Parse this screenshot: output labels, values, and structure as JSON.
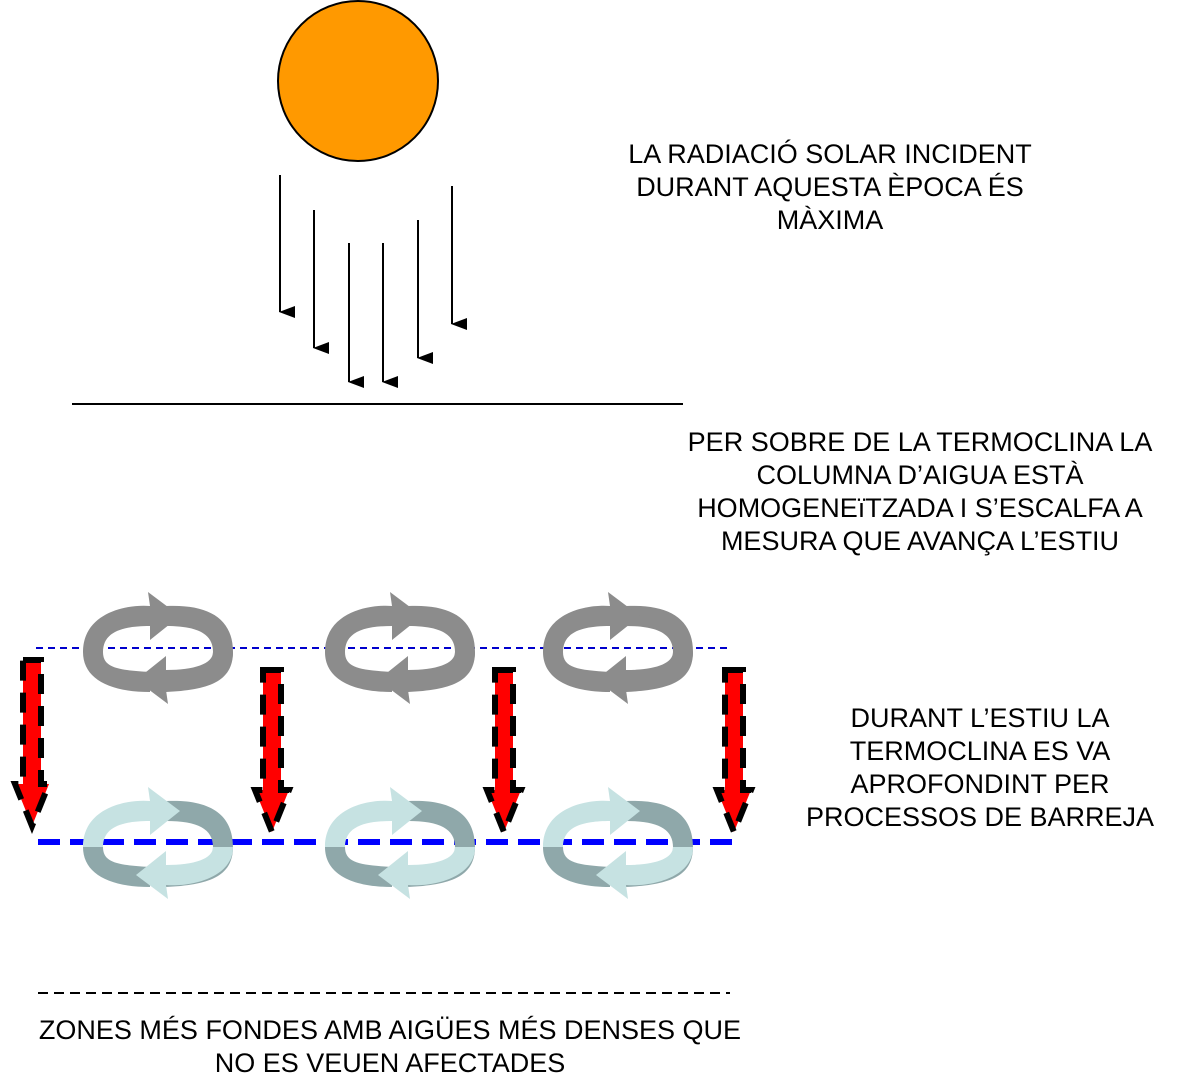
{
  "captions": {
    "sun": [
      "LA RADIACIÓ SOLAR INCIDENT",
      "DURANT AQUESTA ÈPOCA ÉS",
      "MÀXIMA"
    ],
    "mixed_layer": [
      "PER SOBRE DE LA TERMOCLINA LA",
      "COLUMNA D’AIGUA ESTÀ",
      "HOMOGENEïTZADA I S’ESCALFA A",
      "MESURA QUE AVANÇA L’ESTIU"
    ],
    "deepening": [
      "DURANT L’ESTIU LA",
      "TERMOCLINA ES VA",
      "APROFONDINT PER",
      "PROCESSOS DE BARREJA"
    ],
    "bottom": [
      "ZONES MÉS FONDES AMB AIGÜES MÉS DENSES QUE",
      "NO ES VEUEN AFECTADES"
    ]
  },
  "colors": {
    "sun": "#FF9900",
    "upper_eddies": "#8C8C8C",
    "lower_eddies_light": "#C6E2E2",
    "lower_eddies_dark": "#8FA8AA",
    "thermocline_initial": "#0000CC",
    "thermocline_current": "#0000FF",
    "deepening_arrows": "#FF0000",
    "line": "#000000"
  },
  "icons": {
    "sun": "sun-circle",
    "radiation": "down-arrow",
    "mixing": "circular-arrows-icon",
    "deepening": "red-dashed-down-arrow"
  }
}
